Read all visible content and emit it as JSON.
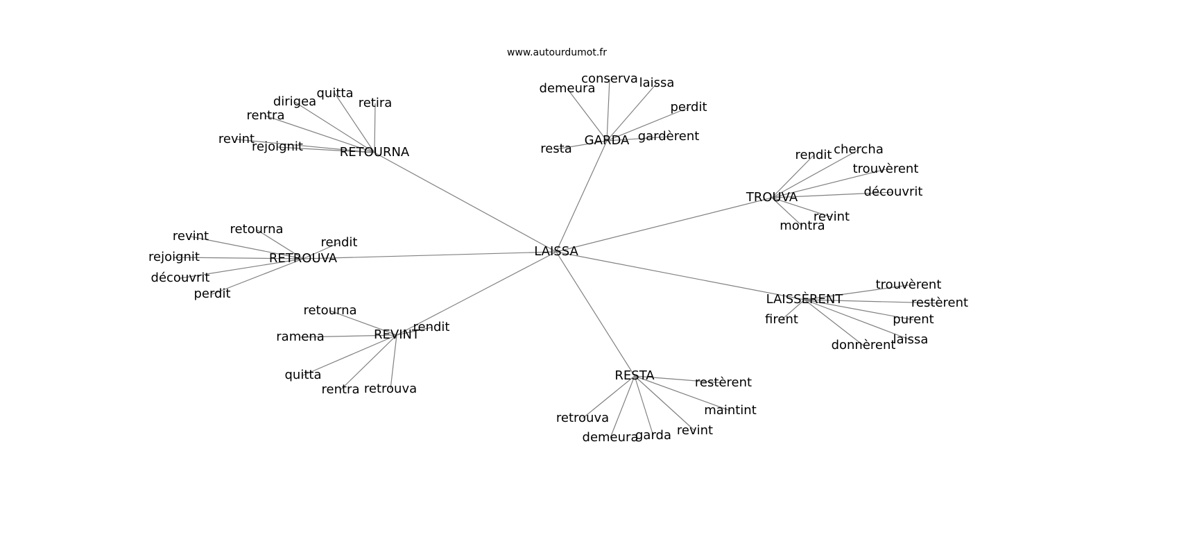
{
  "title": "www.autourdumot.fr",
  "edge_color": "#808080",
  "center": "LAISSA",
  "hubs": [
    {
      "label": "RETOURNA",
      "leaves": [
        "dirigea",
        "quitta",
        "retira",
        "rentra",
        "revint",
        "rejoignit"
      ]
    },
    {
      "label": "GARDA",
      "leaves": [
        "demeura",
        "conserva",
        "laissa",
        "perdit",
        "gardèrent",
        "resta"
      ]
    },
    {
      "label": "TROUVA",
      "leaves": [
        "rendit",
        "chercha",
        "trouvèrent",
        "découvrit",
        "revint",
        "montra"
      ]
    },
    {
      "label": "RETROUVA",
      "leaves": [
        "revint",
        "retourna",
        "rendit",
        "rejoignit",
        "découvrit",
        "perdit"
      ]
    },
    {
      "label": "REVINT",
      "leaves": [
        "retourna",
        "ramena",
        "rendit",
        "quitta",
        "rentra",
        "retrouva"
      ]
    },
    {
      "label": "RESTA",
      "leaves": [
        "restèrent",
        "maintint",
        "revint",
        "garda",
        "demeura",
        "retrouva"
      ]
    },
    {
      "label": "LAISSÈRENT",
      "leaves": [
        "trouvèrent",
        "restèrent",
        "purent",
        "laissa",
        "donnèrent",
        "firent"
      ]
    }
  ]
}
